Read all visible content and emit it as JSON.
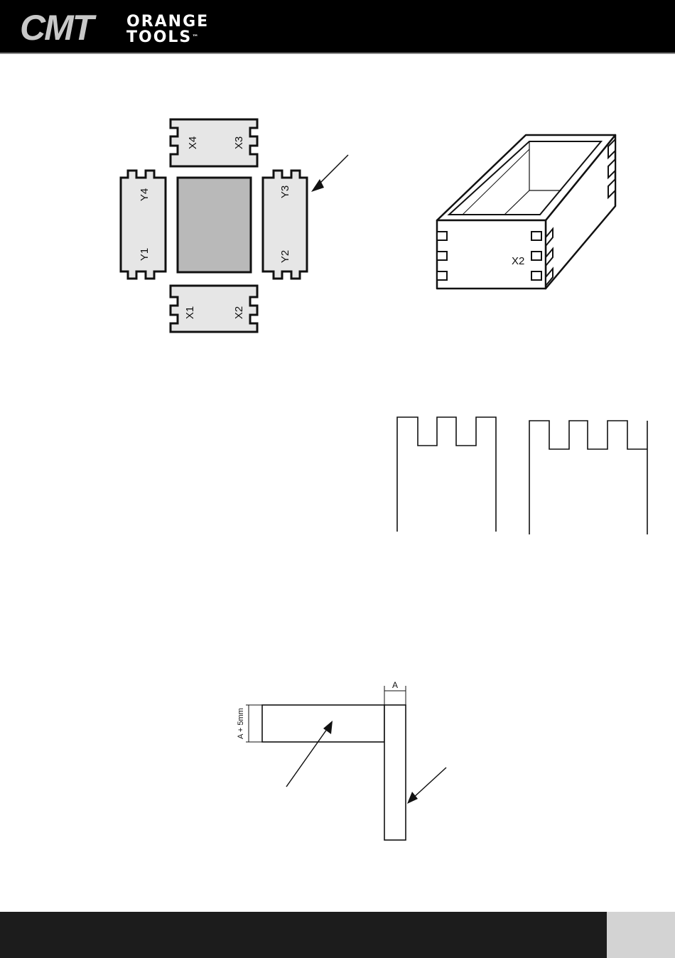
{
  "header": {
    "logo_main": "CMT",
    "logo_line1": "ORANGE",
    "logo_line2": "TOOLS",
    "logo_tm": "™",
    "background": "#000000"
  },
  "figure1": {
    "panel_labels": {
      "top": [
        "X4",
        "X3"
      ],
      "left": [
        "Y4",
        "Y1"
      ],
      "right": [
        "Y3",
        "Y2"
      ],
      "bottom": [
        "X1",
        "X2"
      ]
    },
    "panel_fill": "#e6e6e6",
    "center_fill": "#b9b9b9"
  },
  "figure2": {
    "label": "X2"
  },
  "figure4": {
    "dim_a": "A",
    "dim_a5": "A + 5mm"
  },
  "footer": {
    "page_number": "",
    "background": "#1c1c1c",
    "page_box": "#d3d3d3"
  }
}
